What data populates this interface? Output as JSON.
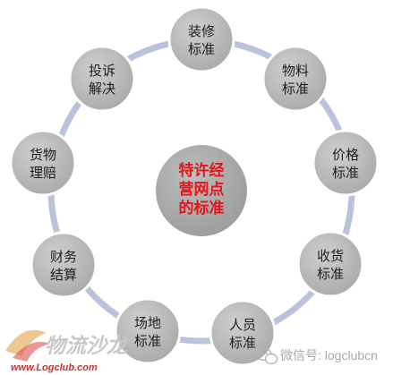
{
  "diagram": {
    "center": {
      "lines": [
        "特许经",
        "营网点",
        "的标准"
      ],
      "color": "#e3151c"
    },
    "nodes": [
      {
        "id": "zhuangxiu",
        "lines": [
          "装修",
          "标准"
        ]
      },
      {
        "id": "wuliao",
        "lines": [
          "物料",
          "标准"
        ]
      },
      {
        "id": "jiage",
        "lines": [
          "价格",
          "标准"
        ]
      },
      {
        "id": "shouhuo",
        "lines": [
          "收货",
          "标准"
        ]
      },
      {
        "id": "renyuan",
        "lines": [
          "人员",
          "标准"
        ]
      },
      {
        "id": "changdi",
        "lines": [
          "场地",
          "标准"
        ]
      },
      {
        "id": "caiwu",
        "lines": [
          "财务",
          "结算"
        ]
      },
      {
        "id": "huowu",
        "lines": [
          "货物",
          "理赔"
        ]
      },
      {
        "id": "tousu",
        "lines": [
          "投诉",
          "解决"
        ]
      }
    ],
    "colors": {
      "ring": "#b9c4dc",
      "node_fill": "#b4b4b4",
      "node_stroke": "#ffffff",
      "center_fill": "#a8a8a8"
    }
  },
  "watermark": {
    "site_name": "物流沙龙",
    "site_url": "www.Logclub.com",
    "wechat_label": "微信号: logclubcn"
  }
}
